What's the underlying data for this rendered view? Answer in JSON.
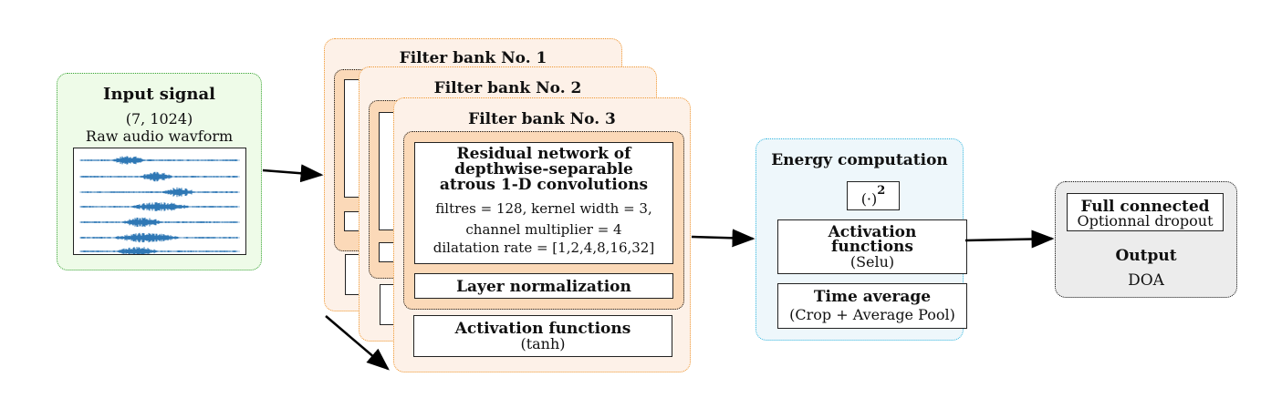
{
  "input": {
    "title": "Input signal",
    "shape": "(7, 1024)",
    "subtitle": "Raw audio wavform"
  },
  "filter_banks": [
    {
      "title": "Filter bank No. 1"
    },
    {
      "title": "Filter bank No. 2"
    },
    {
      "title": "Filter bank No. 3"
    }
  ],
  "residual": {
    "title_line1": "Residual network of",
    "title_line2": "depthwise-separable",
    "title_line3": "atrous 1-D convolutions",
    "params_line1": "filtres = 128, kernel width = 3,",
    "params_line2": "channel multiplier = 4",
    "params_line3": "dilatation rate = [1,2,4,8,16,32]"
  },
  "layer_norm": "Layer normalization",
  "fb_activation": {
    "title": "Activation functions",
    "sub": "(tanh)"
  },
  "energy": {
    "title": "Energy computation",
    "square": "(·)",
    "square_exp": "2",
    "activation_title_1": "Activation",
    "activation_title_2": "functions",
    "activation_sub": "(Selu)",
    "time_title": "Time average",
    "time_sub": "(Crop + Average Pool)"
  },
  "output": {
    "fc_title": "Full connected",
    "fc_sub": "Optionnal dropout",
    "output_label": "Output",
    "doa": "DOA"
  },
  "colors": {
    "input_border": "#3aa336",
    "filterbank_border": "#f0962e",
    "energy_border": "#35b8e0",
    "waveform": "#2f78b5"
  }
}
